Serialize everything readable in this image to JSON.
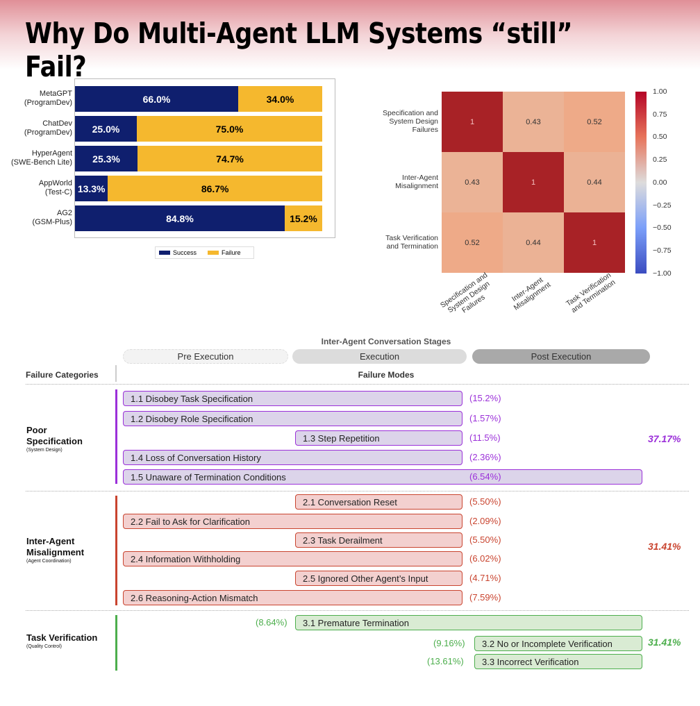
{
  "title": "Why Do Multi-Agent LLM Systems “still” Fail?",
  "colors": {
    "success": "#0f1f6e",
    "failure": "#f5b82e",
    "purple": "#9b30d9",
    "red": "#c9442f",
    "green": "#4cae4c"
  },
  "chart_data": [
    {
      "type": "bar",
      "stacked": true,
      "orientation": "horizontal",
      "categories": [
        "MetaGPT\n(ProgramDev)",
        "ChatDev\n(ProgramDev)",
        "HyperAgent\n(SWE-Bench Lite)",
        "AppWorld\n(Test-C)",
        "AG2\n(GSM-Plus)"
      ],
      "series": [
        {
          "name": "Success",
          "values": [
            66.0,
            25.0,
            25.3,
            13.3,
            84.8
          ]
        },
        {
          "name": "Failure",
          "values": [
            34.0,
            75.0,
            74.7,
            86.7,
            15.2
          ]
        }
      ],
      "labels": [
        [
          "66.0%",
          "34.0%"
        ],
        [
          "25.0%",
          "75.0%"
        ],
        [
          "25.3%",
          "74.7%"
        ],
        [
          "13.3%",
          "86.7%"
        ],
        [
          "84.8%",
          "15.2%"
        ]
      ],
      "legend": [
        "Success",
        "Failure"
      ],
      "legend_position": "bottom",
      "xlim": [
        0,
        100
      ]
    },
    {
      "type": "heatmap",
      "rows": [
        "Specification and\nSystem Design\nFailures",
        "Inter-Agent\nMisalignment",
        "Task Verification\nand Termination"
      ],
      "cols": [
        "Specification and\nSystem Design\nFailures",
        "Inter-Agent\nMisalignment",
        "Task Verification\nand Termination"
      ],
      "values": [
        [
          1,
          0.43,
          0.52
        ],
        [
          0.43,
          1,
          0.44
        ],
        [
          0.52,
          0.44,
          1
        ]
      ],
      "labels": [
        [
          "1",
          "0.43",
          "0.52"
        ],
        [
          "0.43",
          "1",
          "0.44"
        ],
        [
          "0.52",
          "0.44",
          "1"
        ]
      ],
      "colorbar": {
        "range": [
          -1,
          1
        ],
        "ticks": [
          "1.00",
          "0.75",
          "0.50",
          "0.25",
          "0.00",
          "−0.25",
          "−0.50",
          "−0.75",
          "−1.00"
        ]
      }
    }
  ],
  "taxonomy": {
    "header": "Inter-Agent Conversation Stages",
    "stages": [
      "Pre Execution",
      "Execution",
      "Post Execution"
    ],
    "col_categories": "Failure Categories",
    "col_modes": "Failure Modes",
    "categories": [
      {
        "name": "Poor Specification",
        "sub": "(System Design)",
        "total": "37.17%",
        "modes": [
          {
            "label": "1.1 Disobey Task Specification",
            "pct": "(15.2%)",
            "span": "pre-exec"
          },
          {
            "label": "1.2 Disobey Role Specification",
            "pct": "(1.57%)",
            "span": "pre-exec"
          },
          {
            "label": "1.3 Step Repetition",
            "pct": "(11.5%)",
            "span": "exec"
          },
          {
            "label": "1.4 Loss of Conversation History",
            "pct": "(2.36%)",
            "span": "pre-exec"
          },
          {
            "label": "1.5 Unaware of Termination Conditions",
            "pct": "(6.54%)",
            "span": "all"
          }
        ]
      },
      {
        "name": "Inter-Agent Misalignment",
        "sub": "(Agent Coordination)",
        "total": "31.41%",
        "modes": [
          {
            "label": "2.1 Conversation Reset",
            "pct": "(5.50%)",
            "span": "exec"
          },
          {
            "label": "2.2 Fail to Ask for Clarification",
            "pct": "(2.09%)",
            "span": "pre-exec"
          },
          {
            "label": "2.3 Task Derailment",
            "pct": "(5.50%)",
            "span": "exec"
          },
          {
            "label": "2.4 Information Withholding",
            "pct": "(6.02%)",
            "span": "pre-exec"
          },
          {
            "label": "2.5 Ignored Other Agent’s Input",
            "pct": "(4.71%)",
            "span": "exec"
          },
          {
            "label": "2.6 Reasoning-Action Mismatch",
            "pct": "(7.59%)",
            "span": "pre-exec"
          }
        ]
      },
      {
        "name": "Task Verification",
        "sub": "(Quality Control)",
        "total": "31.41%",
        "modes": [
          {
            "label": "3.1  Premature Termination",
            "pct": "(8.64%)",
            "span": "exec-post"
          },
          {
            "label": "3.2 No or Incomplete Verification",
            "pct": "(9.16%)",
            "span": "post"
          },
          {
            "label": "3.3 Incorrect Verification",
            "pct": "(13.61%)",
            "span": "post"
          }
        ]
      }
    ]
  }
}
